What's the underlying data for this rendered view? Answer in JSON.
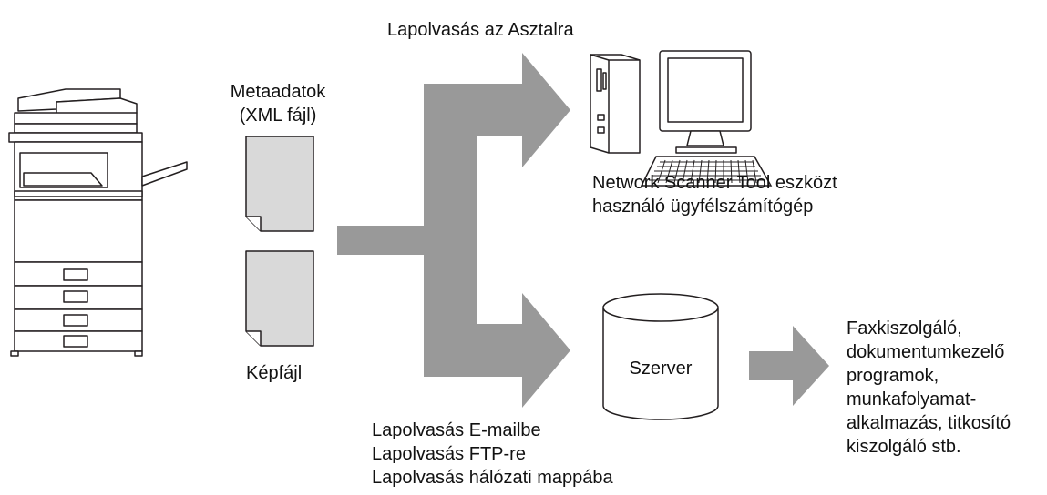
{
  "labels": {
    "desktop_title": "Lapolvasás az Asztalra",
    "metadata_line1": "Metaadatok",
    "metadata_line2": "(XML fájl)",
    "image_file": "Képfájl",
    "client_line1": "Network Scanner Tool eszközt",
    "client_line2": "használó ügyfélszámítógép",
    "server": "Szerver",
    "scan_email": "Lapolvasás E-mailbe",
    "scan_ftp": "Lapolvasás FTP-re",
    "scan_folder": "Lapolvasás hálózati mappába",
    "apps_line1": "Faxkiszolgáló,",
    "apps_line2": "dokumentumkezelő",
    "apps_line3": "programok,",
    "apps_line4": "munkafolyamat-",
    "apps_line5": "alkalmazás, titkosító",
    "apps_line6": "kiszolgáló stb."
  },
  "colors": {
    "arrow": "#999999",
    "line": "#231f20",
    "doc_fill": "#d9d9d9",
    "device_fill": "#ffffff"
  }
}
